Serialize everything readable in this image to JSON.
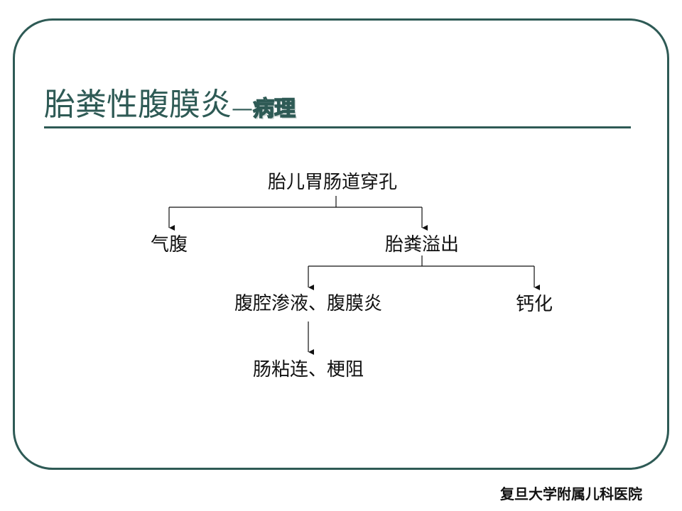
{
  "slide": {
    "title_main": "胎粪性腹膜炎",
    "title_dash": "—",
    "title_sub": "病理"
  },
  "diagram": {
    "nodes": {
      "root": "胎儿胃肠道穿孔",
      "pneumoperitoneum": "气腹",
      "meconium_spill": "胎粪溢出",
      "ascites_peritonitis": "腹腔渗液、腹膜炎",
      "calcification": "钙化",
      "adhesion_obstruction": "肠粘连、梗阻"
    }
  },
  "footer": {
    "institution": "复旦大学附属儿科医院"
  },
  "colors": {
    "accent": "#2e5a55",
    "text": "#111111"
  }
}
